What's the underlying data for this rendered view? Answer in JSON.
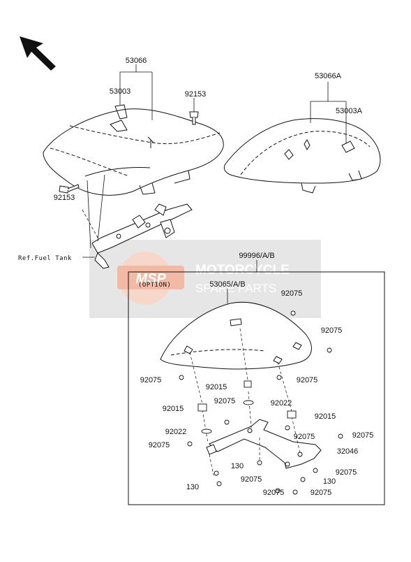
{
  "diagram": {
    "ref_label": "Ref.Fuel Tank",
    "option_label": "(OPTION)",
    "watermark": {
      "line1": "MOTORCYCLE",
      "line2": "SPARE PARTS",
      "badge": "MSP"
    },
    "parts": {
      "seat_assy": "53066",
      "seat_cover": "53003",
      "bolt_top": "92153",
      "bolt_left": "92153",
      "rear_seat_assy": "53066A",
      "rear_seat_cover": "53003A",
      "option_set": "99996/A/B",
      "seat_cowl": "53065/A/B",
      "b_92075_1": "92075",
      "b_92075_2": "92075",
      "b_92075_3": "92075",
      "b_92075_4": "92075",
      "b_92015_1": "92015",
      "b_92075_5": "92075",
      "b_92022_1": "92022",
      "b_92015_2": "92015",
      "b_92015_3": "92015",
      "b_92022_2": "92022",
      "b_92075_6": "92075",
      "b_92075_7": "92075",
      "b_92075_8": "92075",
      "b_32046": "32046",
      "b_130_1": "130",
      "b_92075_9": "92075",
      "b_130_2": "130",
      "b_92075_10": "92075",
      "b_130_3": "130",
      "b_92075_11": "92075",
      "b_92075_12": "92075",
      "b_92075_13": "92075"
    }
  }
}
